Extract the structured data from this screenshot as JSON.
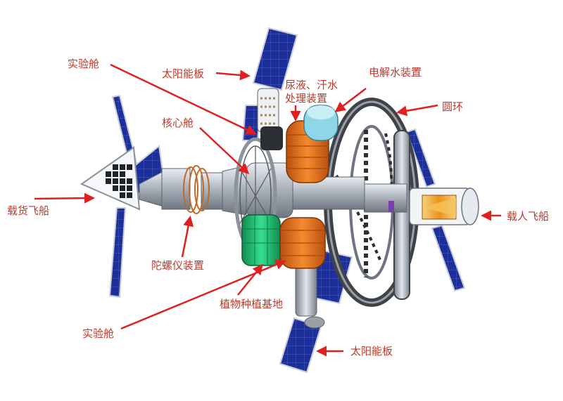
{
  "colors": {
    "label": "#c0392b",
    "arrow": "#e02020",
    "panel": "#1d2f9a",
    "panel_frame": "#c9ced8",
    "metal": "#c7cdd6",
    "metal_dark": "#6e7480",
    "ring": "#3f4246",
    "orange": "#e8731f",
    "green": "#25c97a",
    "glow": "#f0a430"
  },
  "labels": {
    "lab_top": "实验舱",
    "solar_top": "太阳能板",
    "urine": "尿液、汗水",
    "urine_2": "处理装置",
    "electrolysis": "电解水装置",
    "ring": "圆环",
    "core": "核心舱",
    "cargo": "载货飞船",
    "crew": "载人飞船",
    "gyro": "陀螺仪装置",
    "plant": "植物种植基地",
    "lab_bottom": "实验舱",
    "solar_bottom": "太阳能板"
  },
  "icons": {
    "arrow": "arrowhead-icon"
  }
}
